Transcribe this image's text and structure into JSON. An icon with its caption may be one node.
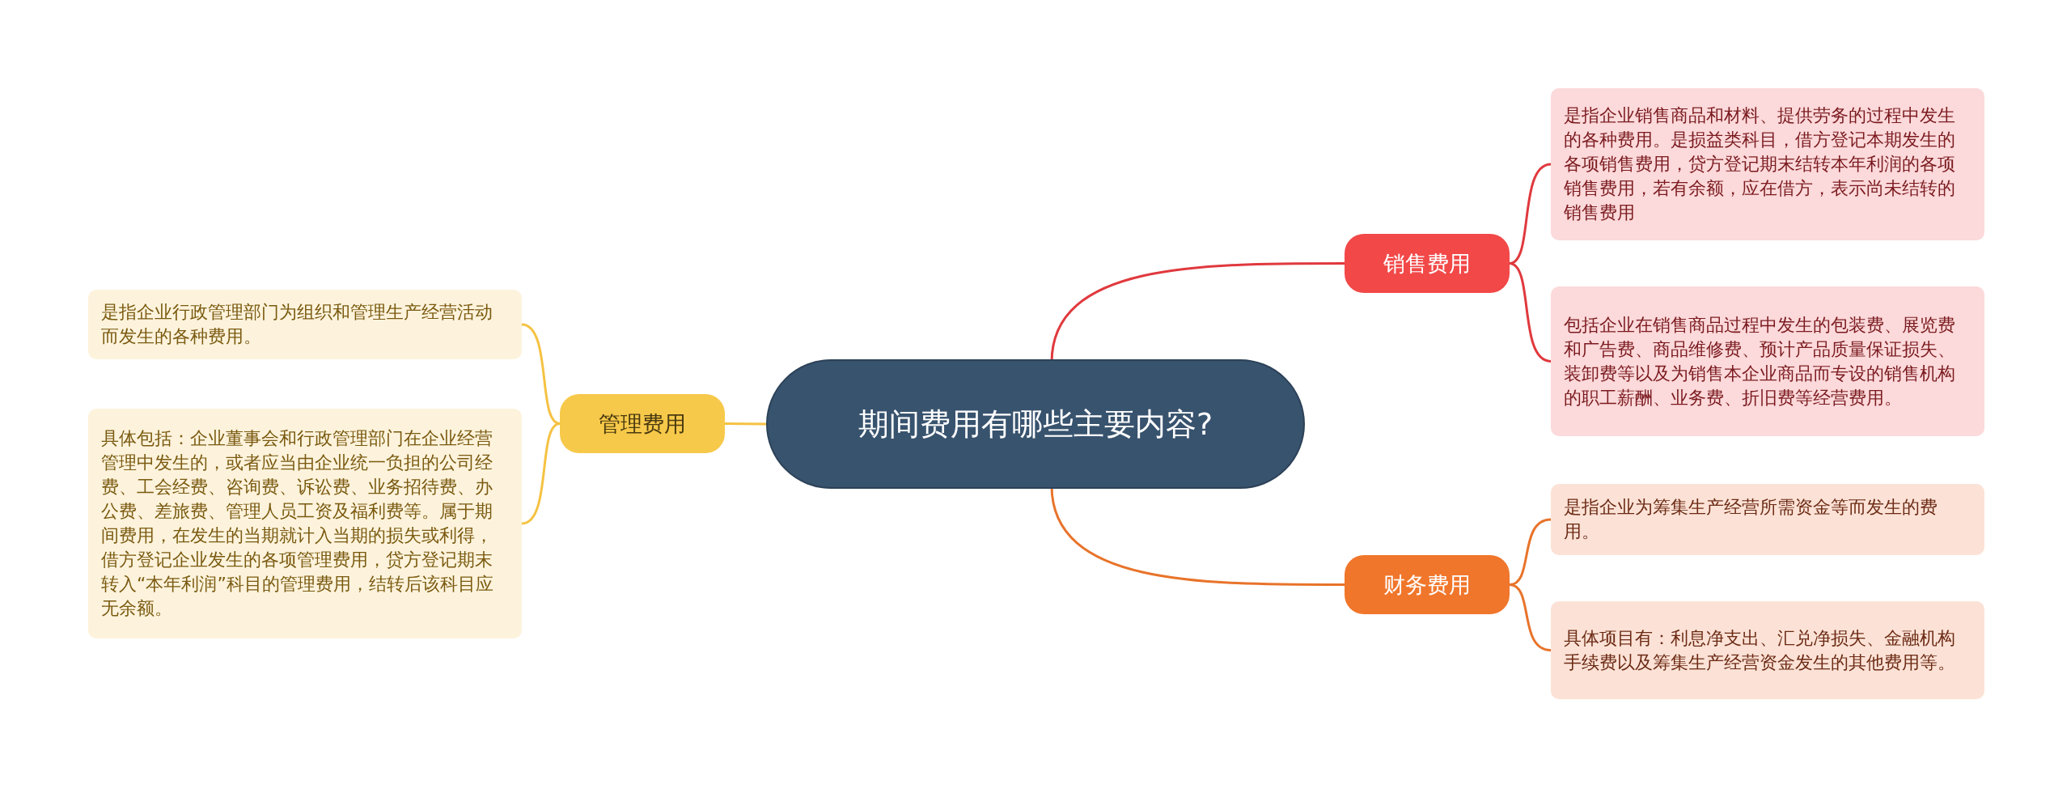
{
  "diagram": {
    "nodes": [
      {
        "text": [
          "期间费用有哪些主要内容?"
        ]
      },
      {
        "text": [
          "销售费用"
        ]
      },
      {
        "text": [
          "是指企业销售商品和材料、提供劳务的过程中发生的各种费用。是损益类科目，借方登记本期发生的各项销售费用，贷方登记期末结转本年利润的各项销售费用，若有余额，应在借方，表示尚未结转的销售费用"
        ]
      },
      {
        "text": [
          "包括企业在销售商品过程中发生的包装费、展览费和广告费、商品维修费、预计产品质量保证损失、装卸费等以及为销售本企业商品而专设的销售机构的职工薪酬、业务费、折旧费等经营费用。"
        ]
      },
      {
        "text": [
          "财务费用"
        ]
      },
      {
        "text": [
          "是指企业为筹集生产经营所需资金等而发生的费用。"
        ]
      },
      {
        "text": [
          "具体项目有：利息净支出、汇兑净损失、金融机构手续费以及筹集生产经营资金发生的其他费用等。"
        ]
      },
      {
        "text": [
          "管理费用"
        ]
      },
      {
        "text": [
          "是指企业行政管理部门为组织和管理生产经营活动而发生的各种费用。"
        ]
      },
      {
        "text": [
          "具体包括：企业董事会和行政管理部门在企业经营管理中发生的，或者应当由企业统一负担的公司经费、工会经费、咨询费、诉讼费、业务招待费、办公费、差旅费、管理人员工资及福利费等。属于期间费用，在发生的当期就计入当期的损失或利得，借方登记企业发生的各项管理费用，贷方登记期末转入“本年利润”科目的管理费用，结转后该科目应无余额。"
        ]
      }
    ],
    "edges": [
      {
        "from": 0,
        "to": 1,
        "arrow": "none",
        "color": "#e0393e"
      },
      {
        "from": 1,
        "to": 2,
        "arrow": "none",
        "color": "#e0393e"
      },
      {
        "from": 1,
        "to": 3,
        "arrow": "none",
        "color": "#e0393e"
      },
      {
        "from": 0,
        "to": 4,
        "arrow": "none",
        "color": "#e8732a"
      },
      {
        "from": 4,
        "to": 5,
        "arrow": "none",
        "color": "#e8732a"
      },
      {
        "from": 4,
        "to": 6,
        "arrow": "none",
        "color": "#e8732a"
      },
      {
        "from": 0,
        "to": 7,
        "arrow": "none",
        "color": "#f5c242"
      },
      {
        "from": 7,
        "to": 8,
        "arrow": "none",
        "color": "#f5c242"
      },
      {
        "from": 7,
        "to": 9,
        "arrow": "none",
        "color": "#f5c242"
      }
    ]
  }
}
